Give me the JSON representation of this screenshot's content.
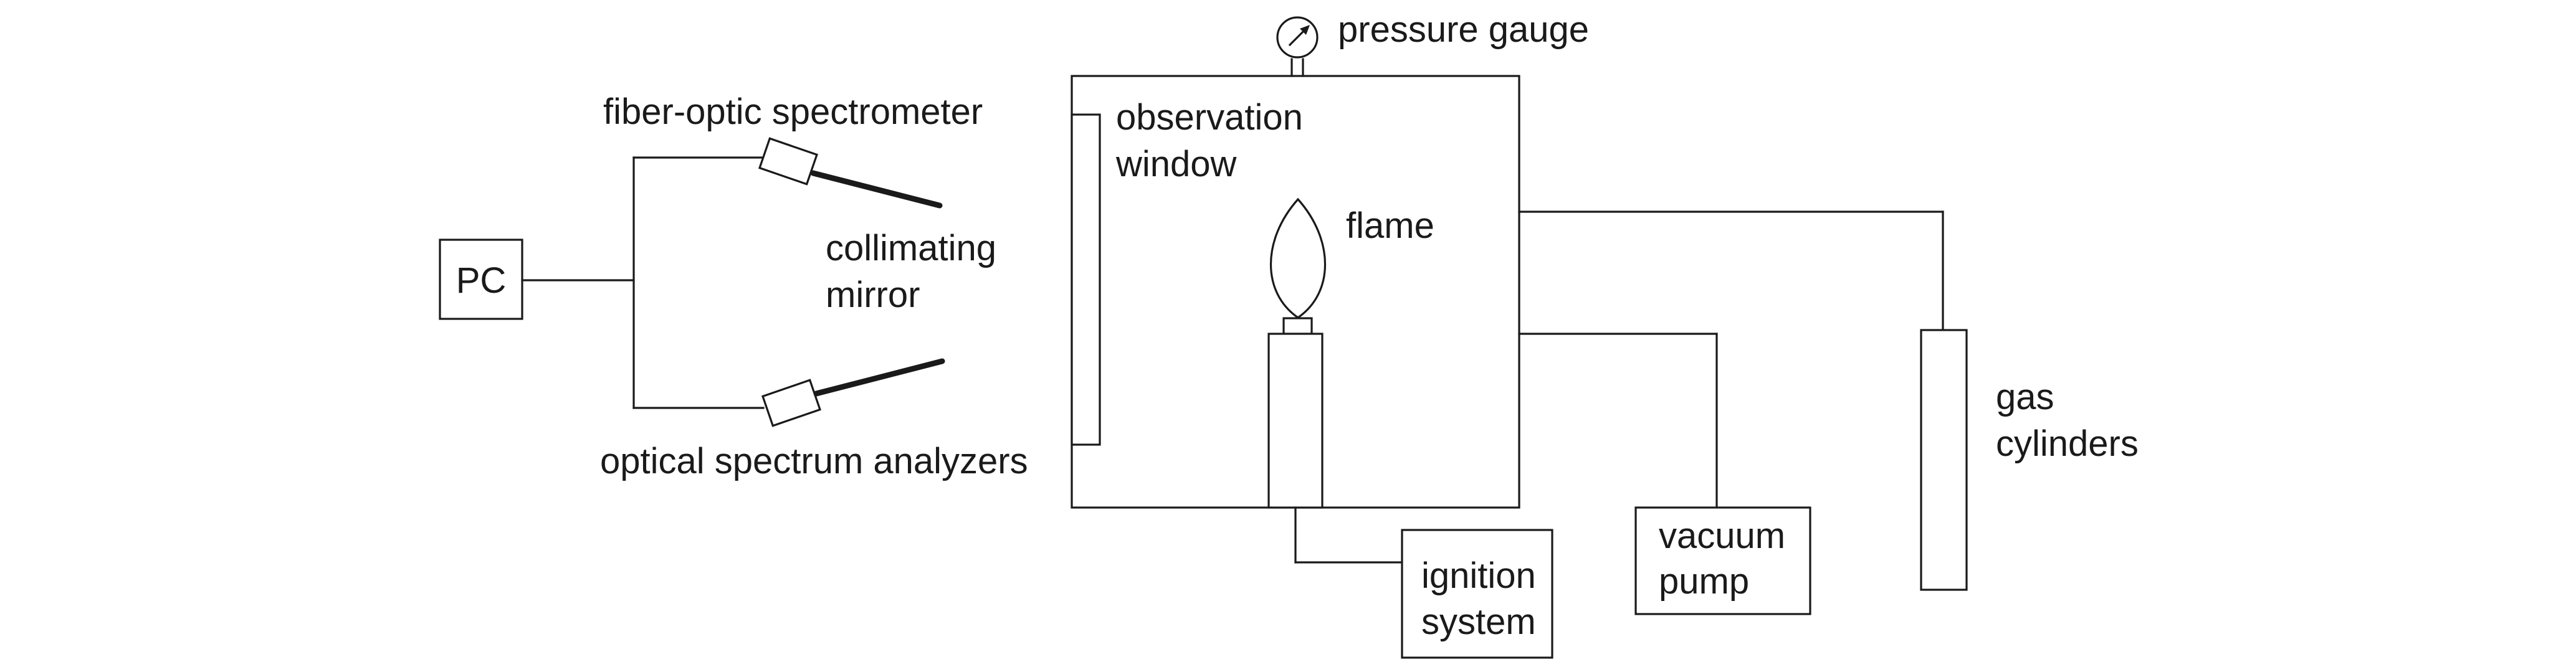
{
  "labels": {
    "pc": "PC",
    "fiber_optic_spectrometer": "fiber-optic spectrometer",
    "collimating_mirror_line1": "collimating",
    "collimating_mirror_line2": "mirror",
    "optical_spectrum_analyzers": "optical spectrum analyzers",
    "pressure_gauge": "pressure gauge",
    "observation_window_line1": "observation",
    "observation_window_line2": "window",
    "flame": "flame",
    "ignition_system_line1": "ignition",
    "ignition_system_line2": "system",
    "vacuum_pump_line1": "vacuum",
    "vacuum_pump_line2": "pump",
    "gas_cylinders_line1": "gas",
    "gas_cylinders_line2": "cylinders"
  },
  "colors": {
    "stroke": "#1a1a1a",
    "background": "#ffffff"
  }
}
